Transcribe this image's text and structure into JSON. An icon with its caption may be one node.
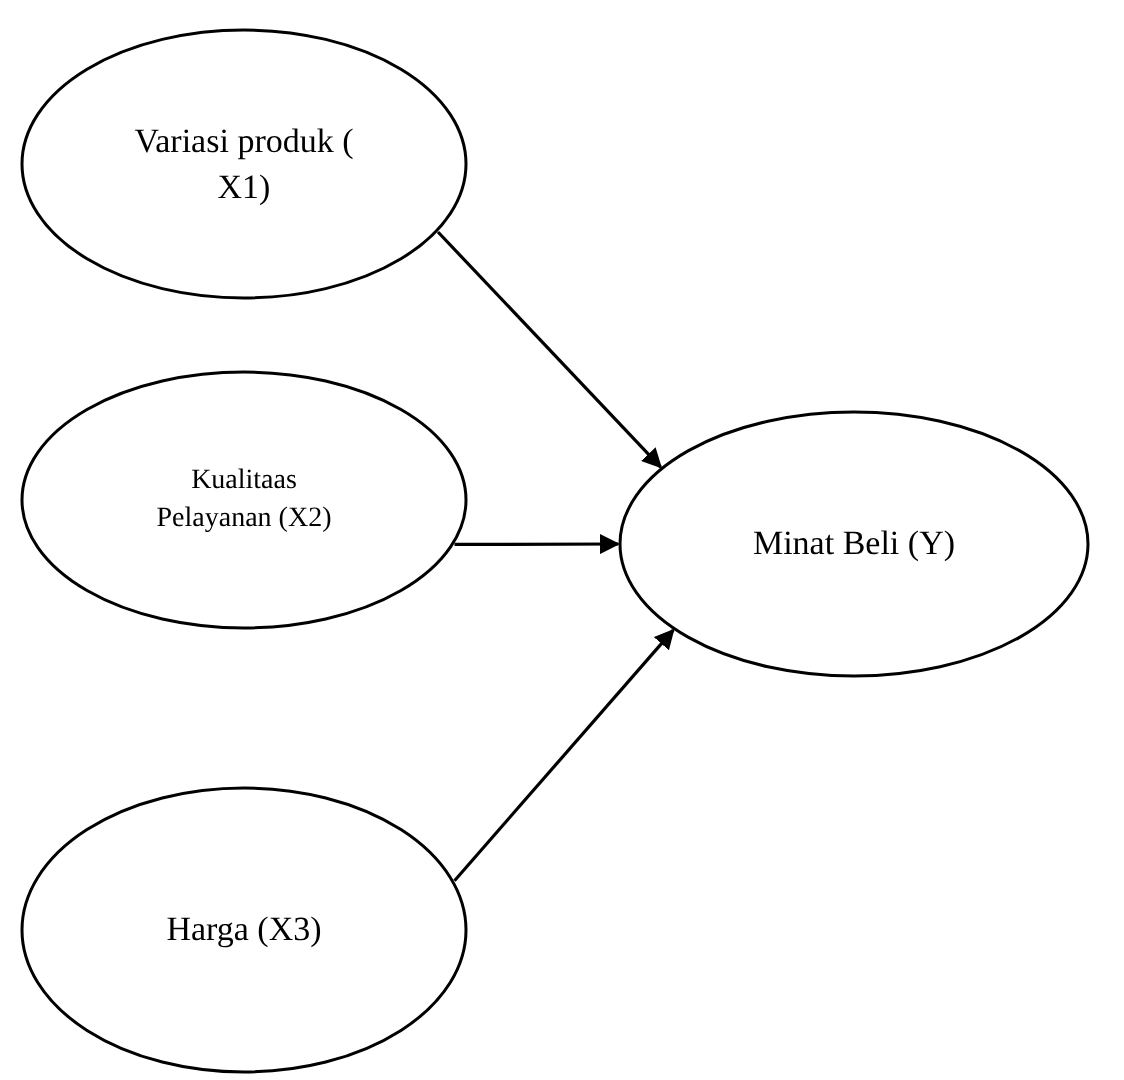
{
  "diagram": {
    "nodes": [
      {
        "text": [
          "Variasi produk ( X1)"
        ]
      },
      {
        "text": [
          "Kualitaas Pelayanan (X2)"
        ]
      },
      {
        "text": [
          "Harga (X3)"
        ]
      },
      {
        "text": [
          "Minat Beli (Y)"
        ]
      }
    ],
    "edges": [
      {
        "from": 0,
        "to": 3,
        "arrow": "to"
      },
      {
        "from": 1,
        "to": 3,
        "arrow": "to"
      },
      {
        "from": 2,
        "to": 3,
        "arrow": "to"
      }
    ]
  }
}
